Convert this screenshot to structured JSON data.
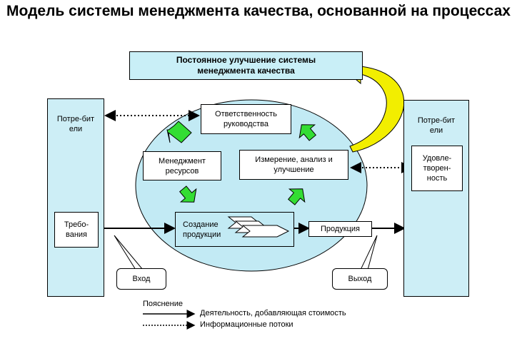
{
  "title": "Модель системы менеджмента качества, основанной на процессах",
  "improvement": "Постоянное улучшение системы менеджмента качества",
  "left_column": {
    "label": "Потре-бители",
    "requirements": "Требо-вания"
  },
  "right_column": {
    "label": "Потре-бители",
    "satisfaction": "Удовле-творен-ность"
  },
  "processes": {
    "management_responsibility": "Ответственность руководства",
    "resource_management": "Менеджмент ресурсов",
    "measurement": "Измерение, анализ и улучшение",
    "product_realization": "Создание продукции"
  },
  "output_product": "Продукция",
  "input_label": "Вход",
  "output_label": "Выход",
  "legend": {
    "title": "Пояснение",
    "value_added": "Деятельность, добавляющая  стоимость",
    "information": "Информационные  потоки"
  },
  "colors": {
    "column_fill": "#cdeef6",
    "circle_fill": "#c2eaf4",
    "header_fill": "#c9eff7",
    "green_arrow": "#33dd33",
    "yellow_arrow": "#f2ee00"
  }
}
